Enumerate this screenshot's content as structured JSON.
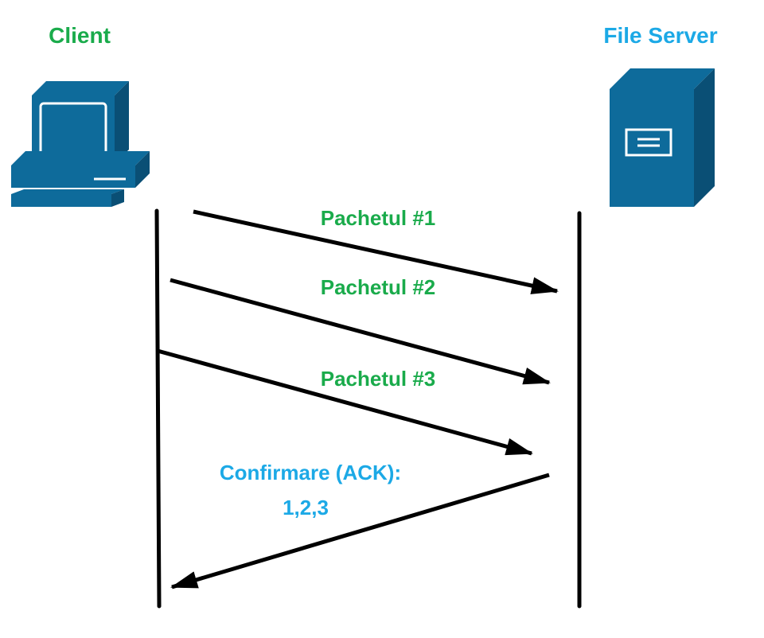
{
  "client": {
    "label": "Client",
    "icon": "desktop-computer-icon"
  },
  "server": {
    "label": "File Server",
    "icon": "server-tower-icon"
  },
  "packets": [
    {
      "label": "Pachetul #1"
    },
    {
      "label": "Pachetul #2"
    },
    {
      "label": "Pachetul #3"
    }
  ],
  "ack": {
    "line1": "Confirmare (ACK):",
    "line2": "1,2,3"
  },
  "colors": {
    "client_label": "#1aab4b",
    "packet_label": "#1aab4b",
    "server_label": "#1ca9e6",
    "ack_label": "#1ca9e6",
    "icon_fill": "#0e6b9b",
    "icon_dark": "#0a4f75",
    "lines": "#000000"
  }
}
